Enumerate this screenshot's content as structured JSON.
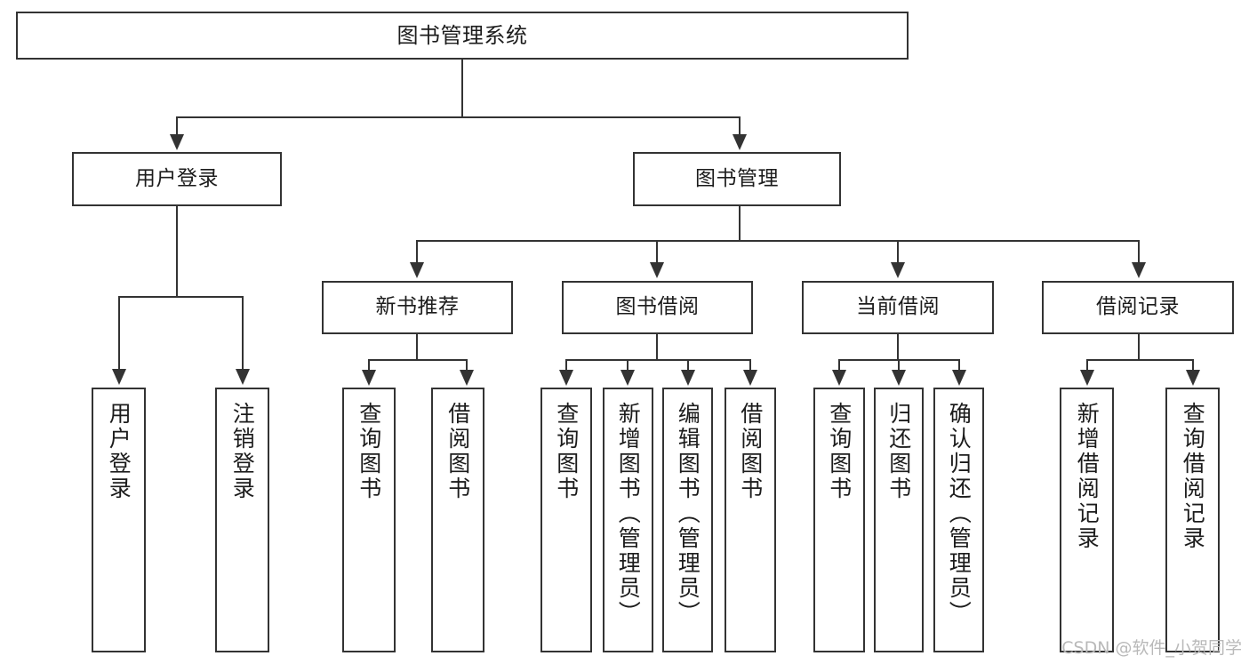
{
  "diagram": {
    "type": "tree-hierarchy",
    "title": "图书管理系统",
    "watermark": "CSDN @软件_小贺同学",
    "colors": {
      "stroke": "#333333",
      "fill": "#ffffff",
      "text": "#1c1c1c",
      "watermark": "#b9b9b9"
    },
    "levels": {
      "level1": [
        "图书管理系统"
      ],
      "level2": [
        "用户登录",
        "图书管理"
      ],
      "level3": [
        "新书推荐",
        "图书借阅",
        "当前借阅",
        "借阅记录"
      ],
      "level4": [
        "用户登录",
        "注销登录",
        "查询图书",
        "借阅图书",
        "查询图书",
        "新增图书（管理员）",
        "编辑图书（管理员）",
        "借阅图书",
        "查询图书",
        "归还图书",
        "确认归还（管理员）",
        "新增借阅记录",
        "查询借阅记录"
      ]
    }
  },
  "nodes": {
    "root": {
      "label": "图书管理系统"
    },
    "user_login": {
      "label": "用户登录"
    },
    "book_mgmt": {
      "label": "图书管理"
    },
    "new_book_rec": {
      "label": "新书推荐"
    },
    "book_borrow": {
      "label": "图书借阅"
    },
    "current_borrow": {
      "label": "当前借阅"
    },
    "borrow_record": {
      "label": "借阅记录"
    },
    "leaf_user_login": {
      "label": "用户登录"
    },
    "leaf_logout": {
      "label": "注销登录"
    },
    "leaf_query_book_a": {
      "label": "查询图书"
    },
    "leaf_borrow_book_a": {
      "label": "借阅图书"
    },
    "leaf_query_book_b": {
      "label": "查询图书"
    },
    "leaf_add_book": {
      "label": "新增图书（管理员）"
    },
    "leaf_edit_book": {
      "label": "编辑图书（管理员）"
    },
    "leaf_borrow_book_b": {
      "label": "借阅图书"
    },
    "leaf_query_book_c": {
      "label": "查询图书"
    },
    "leaf_return_book": {
      "label": "归还图书"
    },
    "leaf_confirm_return": {
      "label": "确认归还（管理员）"
    },
    "leaf_add_record": {
      "label": "新增借阅记录"
    },
    "leaf_query_record": {
      "label": "查询借阅记录"
    }
  },
  "edges": [
    {
      "from": "root",
      "to": "user_login"
    },
    {
      "from": "root",
      "to": "book_mgmt"
    },
    {
      "from": "user_login",
      "to": "leaf_user_login"
    },
    {
      "from": "user_login",
      "to": "leaf_logout"
    },
    {
      "from": "book_mgmt",
      "to": "new_book_rec"
    },
    {
      "from": "book_mgmt",
      "to": "book_borrow"
    },
    {
      "from": "book_mgmt",
      "to": "current_borrow"
    },
    {
      "from": "book_mgmt",
      "to": "borrow_record"
    },
    {
      "from": "new_book_rec",
      "to": "leaf_query_book_a"
    },
    {
      "from": "new_book_rec",
      "to": "leaf_borrow_book_a"
    },
    {
      "from": "book_borrow",
      "to": "leaf_query_book_b"
    },
    {
      "from": "book_borrow",
      "to": "leaf_add_book"
    },
    {
      "from": "book_borrow",
      "to": "leaf_edit_book"
    },
    {
      "from": "book_borrow",
      "to": "leaf_borrow_book_b"
    },
    {
      "from": "current_borrow",
      "to": "leaf_query_book_c"
    },
    {
      "from": "current_borrow",
      "to": "leaf_return_book"
    },
    {
      "from": "current_borrow",
      "to": "leaf_confirm_return"
    },
    {
      "from": "borrow_record",
      "to": "leaf_add_record"
    },
    {
      "from": "borrow_record",
      "to": "leaf_query_record"
    }
  ]
}
